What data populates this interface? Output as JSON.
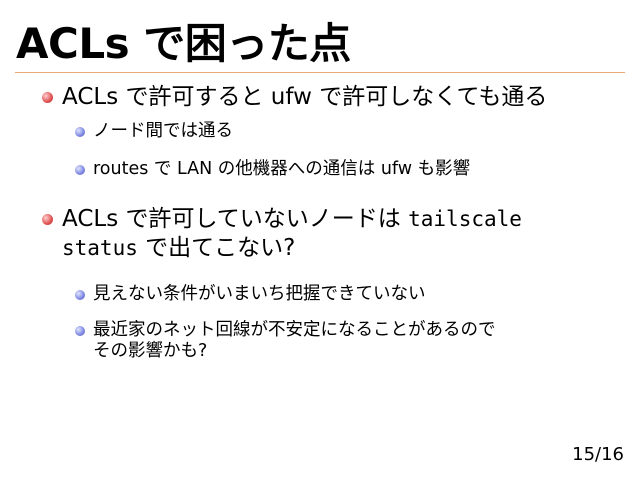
{
  "slide": {
    "title": "ACLs で困った点",
    "bullets": [
      {
        "text": "ACLs で許可すると ufw で許可しなくても通る",
        "children": [
          "ノード間では通る",
          "routes で LAN の他機器への通信は ufw も影響"
        ]
      },
      {
        "text_a": "ACLs で許可していないノードは ",
        "code_a": "tailscale",
        "code_b": "status",
        "text_b": " で出てこない?",
        "children": [
          "見えない条件がいまいち把握できていない",
          "最近家のネット回線が不安定になることがあるので",
          "その影響かも?"
        ]
      }
    ],
    "page_number": "15/16"
  }
}
